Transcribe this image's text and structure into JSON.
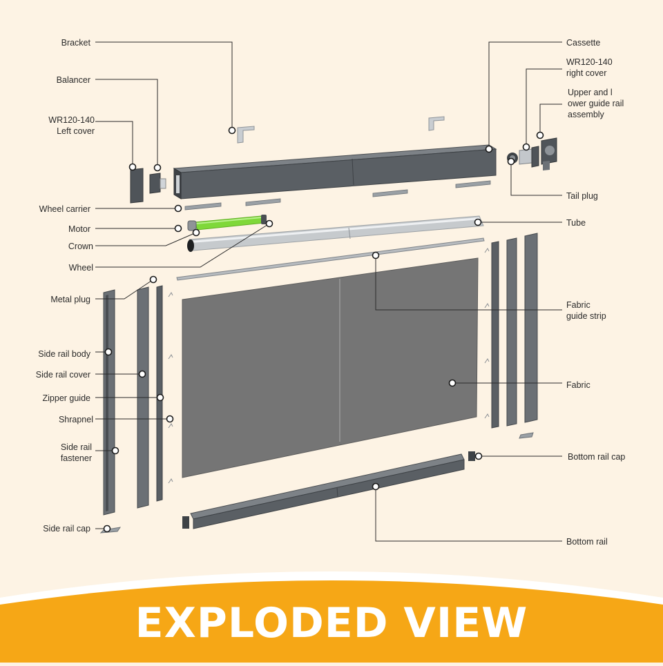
{
  "title": "EXPLODED VIEW",
  "colors": {
    "background": "#fdf3e4",
    "banner": "#f6a716",
    "motor": "#7fd83a",
    "rail": "#5a5f64",
    "fabric": "#737373"
  },
  "labels": {
    "bracket": "Bracket",
    "balancer": "Balancer",
    "left_cover": [
      "WR120-140",
      "Left cover"
    ],
    "wheel_carrier": "Wheel carrier",
    "motor": "Motor",
    "crown": "Crown",
    "wheel": "Wheel",
    "metal_plug": "Metal plug",
    "side_rail_body": "Side rail body",
    "side_rail_cover": "Side rail cover",
    "zipper_guide": "Zipper guide",
    "shrapnel": "Shrapnel",
    "side_rail_fastener": [
      "Side rail",
      "fastener"
    ],
    "side_rail_cap": "Side rail cap",
    "cassette": "Cassette",
    "right_cover": [
      "WR120-140",
      "right cover"
    ],
    "guide_rail_assembly": [
      "Upper and l",
      "ower guide rail",
      "assembly"
    ],
    "tail_plug": "Tail plug",
    "tube": "Tube",
    "fabric_guide_strip": [
      "Fabric",
      "guide strip"
    ],
    "fabric": "Fabric",
    "bottom_rail_cap": "Bottom rail cap",
    "bottom_rail": "Bottom rail"
  }
}
